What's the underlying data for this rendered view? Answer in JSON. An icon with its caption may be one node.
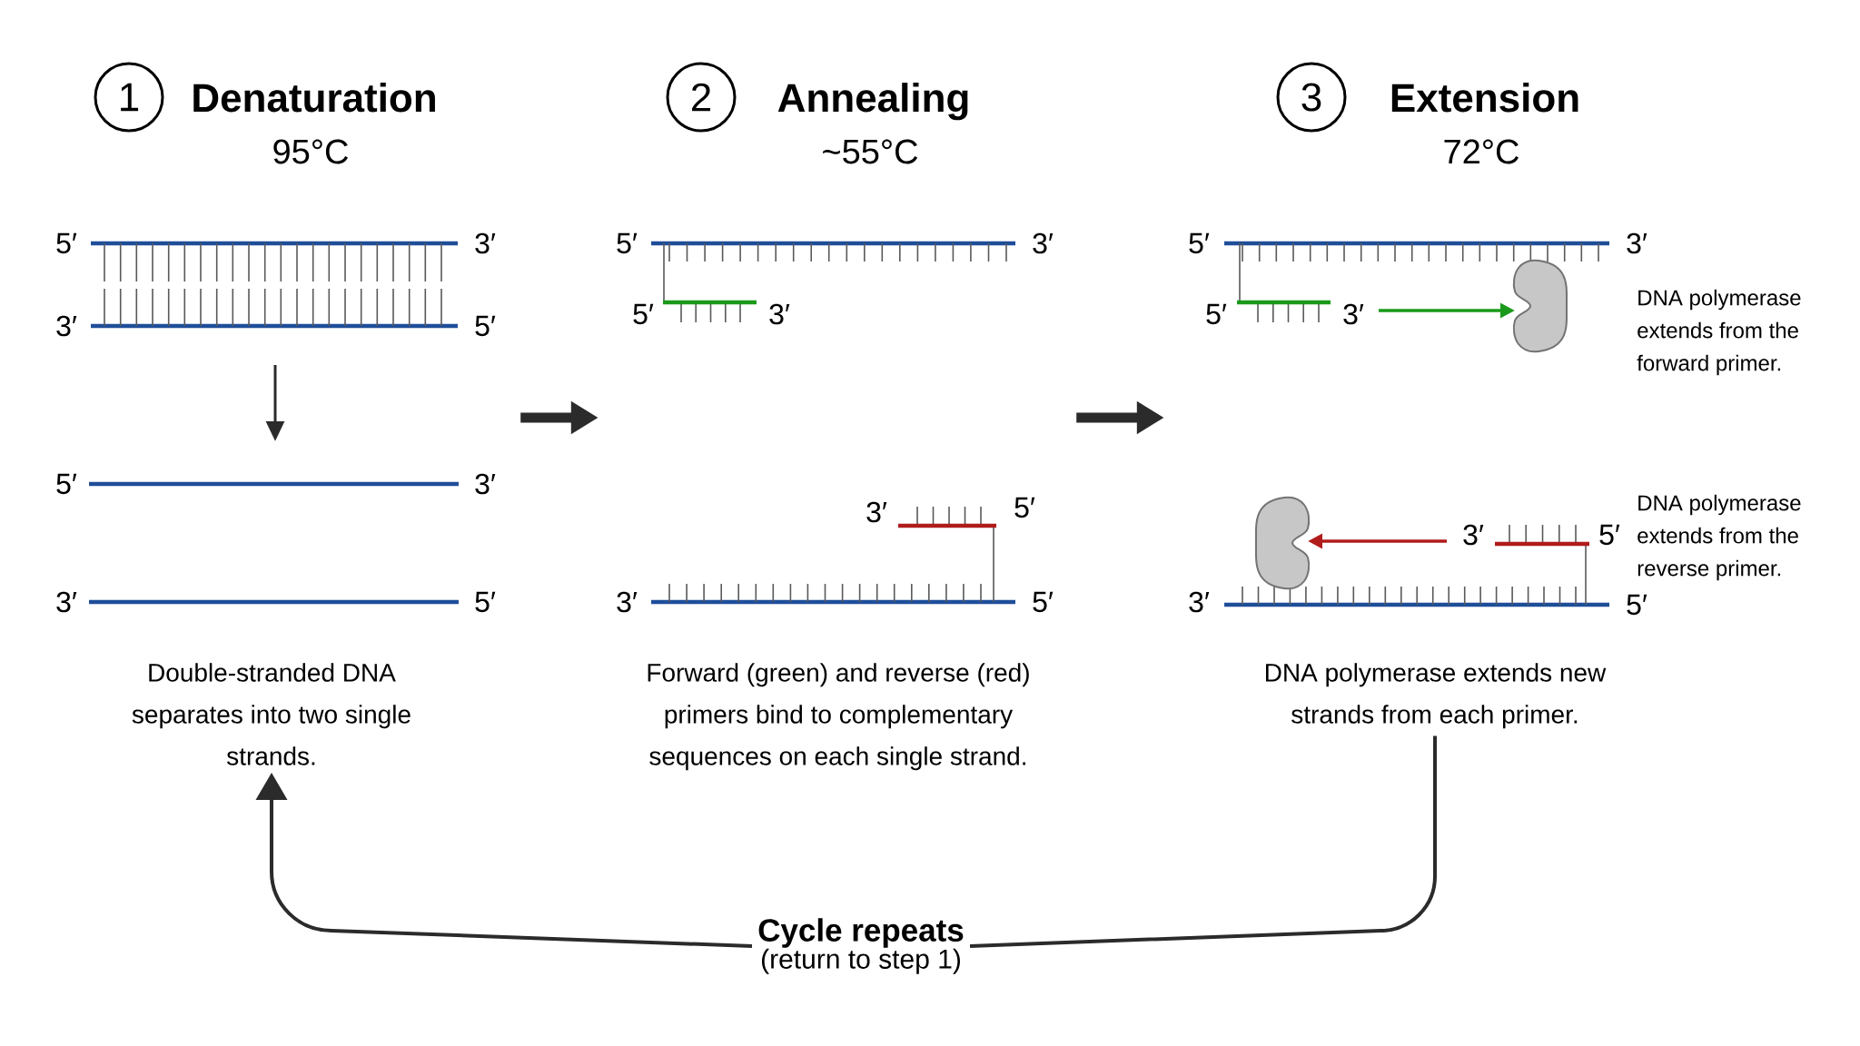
{
  "diagram": {
    "nodes": [
      {
        "text": [
          "1"
        ],
        "beside": [
          "Denaturation",
          "95°C"
        ]
      },
      {
        "text": [
          "2"
        ],
        "beside": [
          "Annealing",
          "~55°C"
        ]
      },
      {
        "text": [
          "3"
        ],
        "beside": [
          "Extension",
          "72°C"
        ]
      },
      {
        "text": [],
        "shape": "picture"
      },
      {
        "text": [],
        "shape": "picture"
      },
      {
        "text": [],
        "shape": "picture"
      },
      {
        "text": [
          "Double-stranded DNA separates into two single strands."
        ]
      },
      {
        "text": [
          "Forward (green) and reverse (red) primers bind to complementary sequences on each single strand."
        ]
      },
      {
        "text": [
          "DNA polymerase extends new strands from each primer."
        ]
      },
      {
        "text": [
          "Cycle repeats",
          "(return to step 1)"
        ]
      }
    ],
    "edges": [
      {
        "from": 3,
        "to": 4,
        "arrow": "to",
        "style": "thick"
      },
      {
        "from": 4,
        "to": 5,
        "arrow": "to",
        "style": "thick"
      },
      {
        "from": 8,
        "to": 9,
        "arrow": "none"
      },
      {
        "from": 9,
        "to": 6,
        "arrow": "to"
      }
    ],
    "labels": [
      "5′",
      "3′",
      "3′",
      "5′",
      "5′",
      "3′",
      "3′",
      "5′",
      "5′",
      "3′",
      "5′",
      "3′",
      "3′",
      "5′",
      "3′",
      "5′",
      "5′",
      "3′",
      "5′",
      "3′",
      "DNA polymerase extends from the forward primer.",
      "3′",
      "5′",
      "DNA polymerase extends from the reverse primer.",
      "3′",
      "5′"
    ]
  }
}
